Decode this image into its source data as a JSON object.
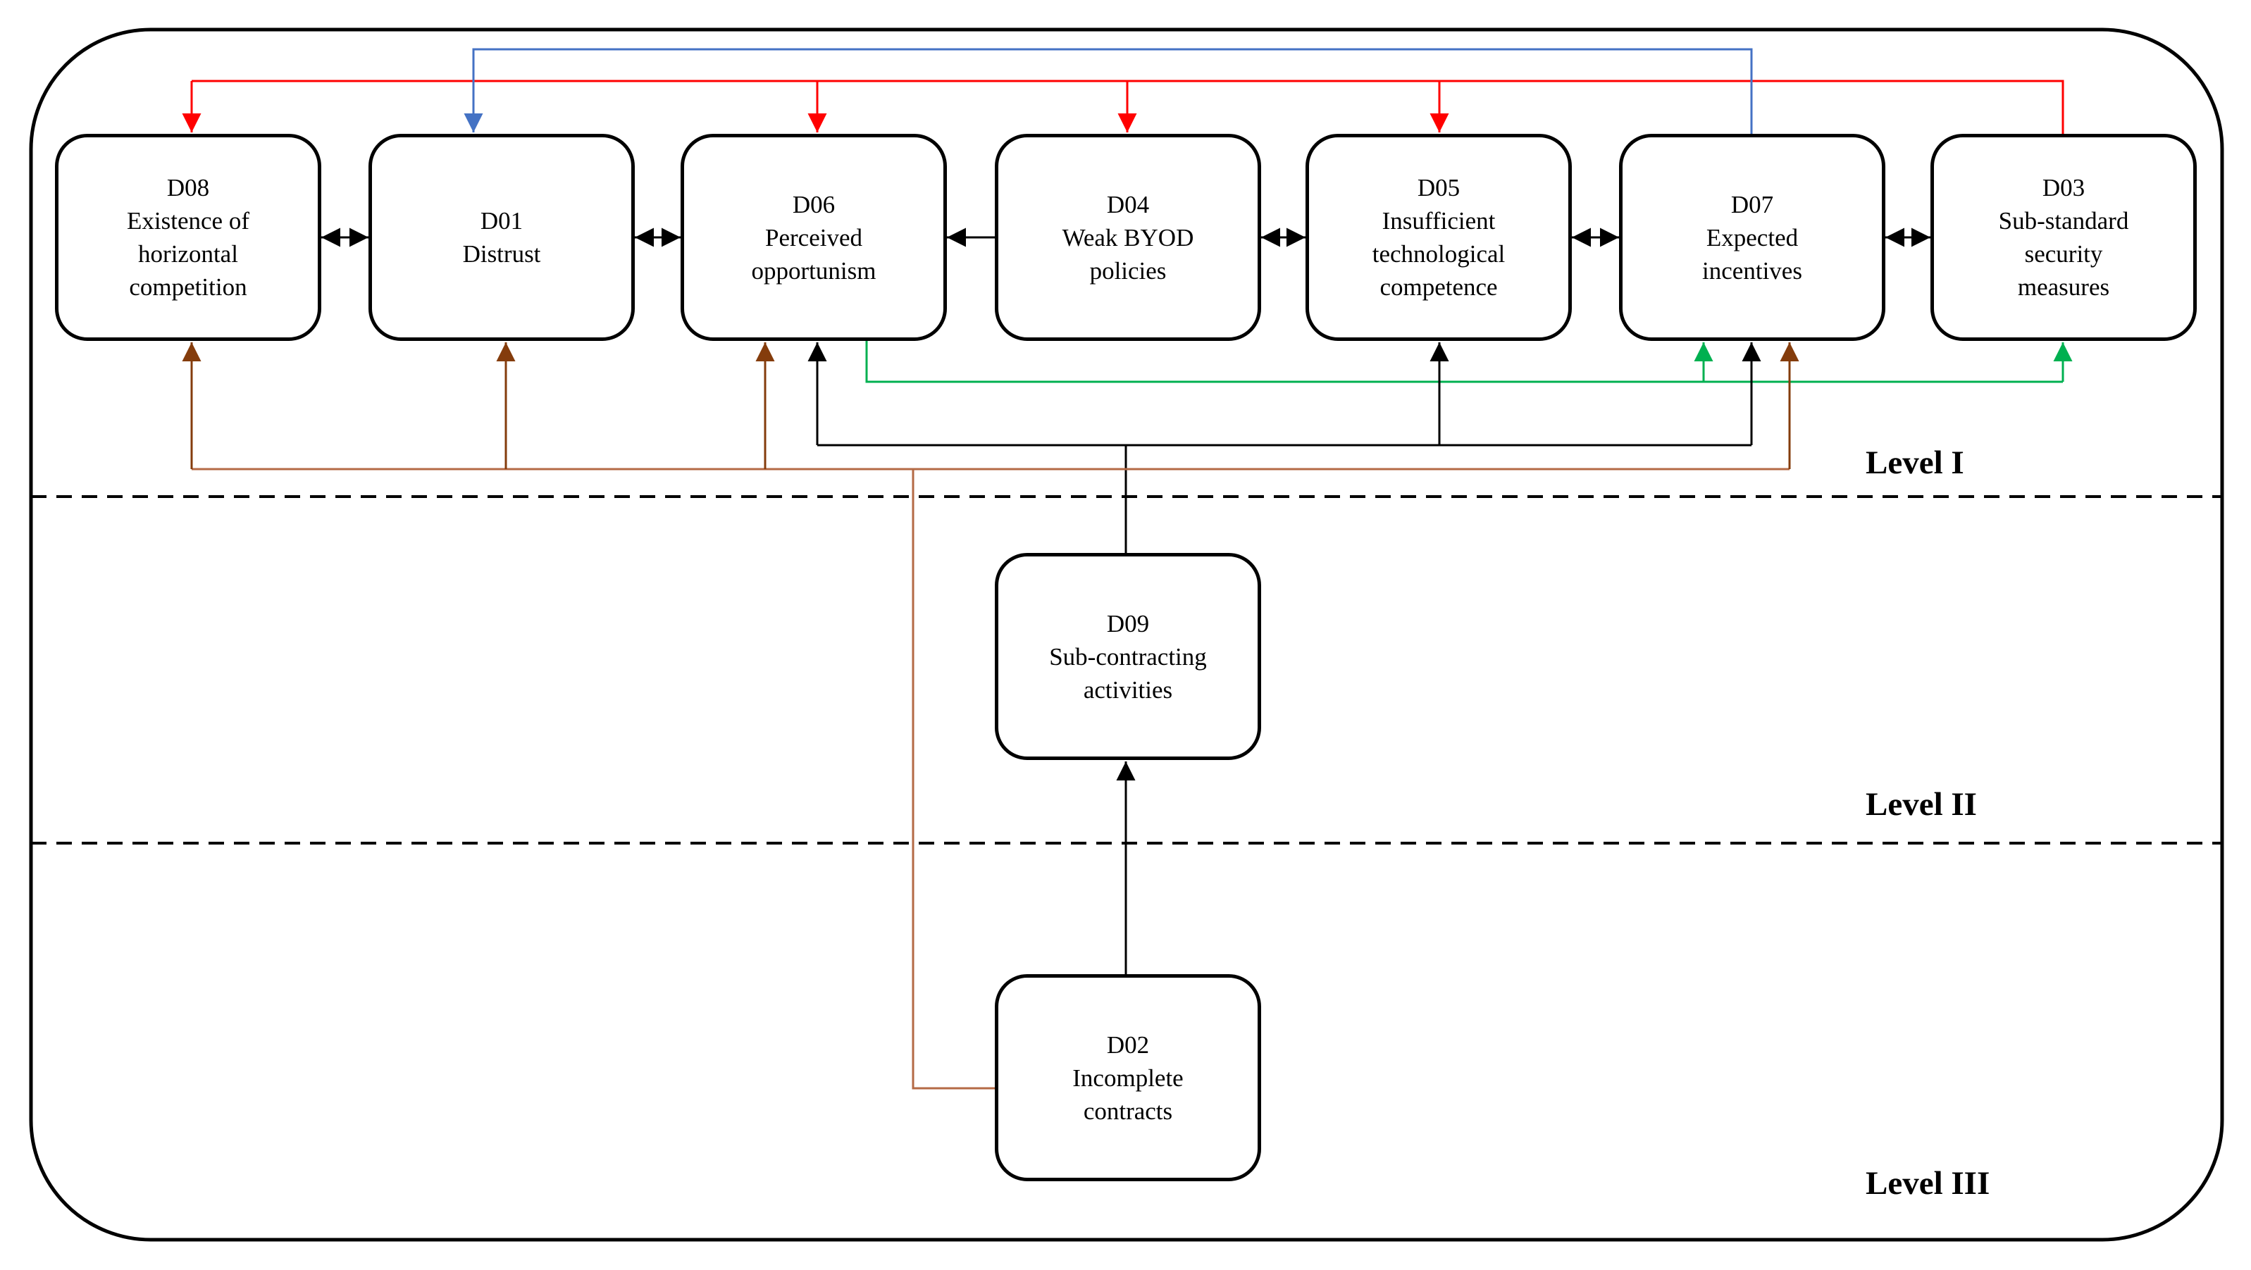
{
  "diagram": {
    "levels": [
      {
        "id": "level-1",
        "label": "Level I"
      },
      {
        "id": "level-2",
        "label": "Level II"
      },
      {
        "id": "level-3",
        "label": "Level III"
      }
    ],
    "nodes": [
      {
        "id": "D08",
        "code": "D08",
        "lines": [
          "Existence of",
          "horizontal",
          "competition"
        ]
      },
      {
        "id": "D01",
        "code": "D01",
        "lines": [
          "Distrust"
        ]
      },
      {
        "id": "D06",
        "code": "D06",
        "lines": [
          "Perceived",
          "opportunism"
        ]
      },
      {
        "id": "D04",
        "code": "D04",
        "lines": [
          "Weak BYOD",
          "policies"
        ]
      },
      {
        "id": "D05",
        "code": "D05",
        "lines": [
          "Insufficient",
          "technological",
          "competence"
        ]
      },
      {
        "id": "D07",
        "code": "D07",
        "lines": [
          "Expected",
          "incentives"
        ]
      },
      {
        "id": "D03",
        "code": "D03",
        "lines": [
          "Sub-standard",
          "security",
          "measures"
        ]
      },
      {
        "id": "D09",
        "code": "D09",
        "lines": [
          "Sub-contracting",
          "activities"
        ]
      },
      {
        "id": "D02",
        "code": "D02",
        "lines": [
          "Incomplete",
          "contracts"
        ]
      }
    ],
    "edges": [
      {
        "from": "D08",
        "to": "D01",
        "type": "bidirectional",
        "color": "#000000"
      },
      {
        "from": "D01",
        "to": "D06",
        "type": "bidirectional",
        "color": "#000000"
      },
      {
        "from": "D04",
        "to": "D06",
        "type": "directed",
        "color": "#000000"
      },
      {
        "from": "D04",
        "to": "D05",
        "type": "bidirectional",
        "color": "#000000"
      },
      {
        "from": "D05",
        "to": "D07",
        "type": "bidirectional",
        "color": "#000000"
      },
      {
        "from": "D07",
        "to": "D03",
        "type": "bidirectional",
        "color": "#000000"
      },
      {
        "from": "D03",
        "to": [
          "D08",
          "D06",
          "D04",
          "D05"
        ],
        "type": "directed",
        "color": "#ff0000"
      },
      {
        "from": "D07",
        "to": [
          "D01"
        ],
        "type": "directed",
        "color": "#4472c4"
      },
      {
        "from": "D06",
        "to": [
          "D07",
          "D03"
        ],
        "type": "directed",
        "color": "#00b050"
      },
      {
        "from": "D09",
        "to": [
          "D06",
          "D05",
          "D07"
        ],
        "type": "directed",
        "color": "#000000"
      },
      {
        "from": "D02",
        "to": [
          "D08",
          "D01",
          "D06",
          "D07"
        ],
        "type": "directed",
        "color": "#843c0c"
      },
      {
        "from": "D02",
        "to": [
          "D09"
        ],
        "type": "directed",
        "color": "#000000"
      }
    ],
    "colors": {
      "red": "#ff0000",
      "blue": "#4472c4",
      "green": "#00b050",
      "brown": "#843c0c",
      "brown_line": "#b46a45",
      "black": "#000000"
    }
  }
}
